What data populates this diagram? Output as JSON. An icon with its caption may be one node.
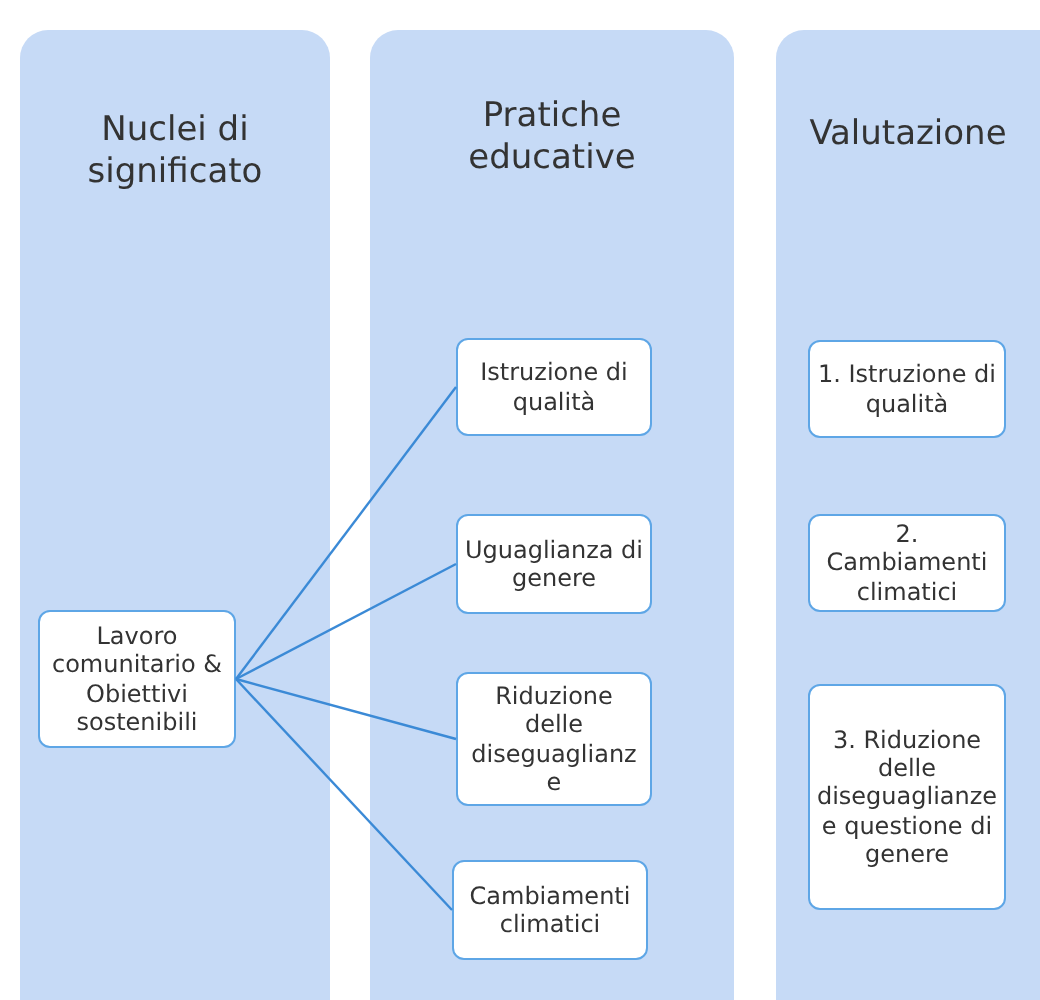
{
  "diagram": {
    "nodes": [
      {
        "text": [
          "Nuclei di significato"
        ]
      },
      {
        "text": [
          "Pratiche educative"
        ]
      },
      {
        "text": [
          "Valutazione"
        ]
      },
      {
        "text": [
          "Lavoro comunitario & Obiettivi sostenibili"
        ],
        "in": 0
      },
      {
        "text": [
          "Istruzione di qualità"
        ],
        "in": 1
      },
      {
        "text": [
          "Uguaglianza di genere"
        ],
        "in": 1
      },
      {
        "text": [
          "Riduzione delle diseguaglianze"
        ],
        "in": 1
      },
      {
        "text": [
          "Cambiamenti climatici"
        ],
        "in": 1
      },
      {
        "text": [
          "1. Istruzione di qualità"
        ],
        "in": 2
      },
      {
        "text": [
          "2. Cambiamenti climatici"
        ],
        "in": 2
      },
      {
        "text": [
          "3. Riduzione delle diseguaglianze e questione di genere"
        ],
        "in": 2
      }
    ],
    "edges": [
      {
        "from": 3,
        "to": 4,
        "arrow": "none"
      },
      {
        "from": 3,
        "to": 5,
        "arrow": "none"
      },
      {
        "from": 3,
        "to": 6,
        "arrow": "none"
      },
      {
        "from": 3,
        "to": 7,
        "arrow": "none"
      }
    ]
  }
}
